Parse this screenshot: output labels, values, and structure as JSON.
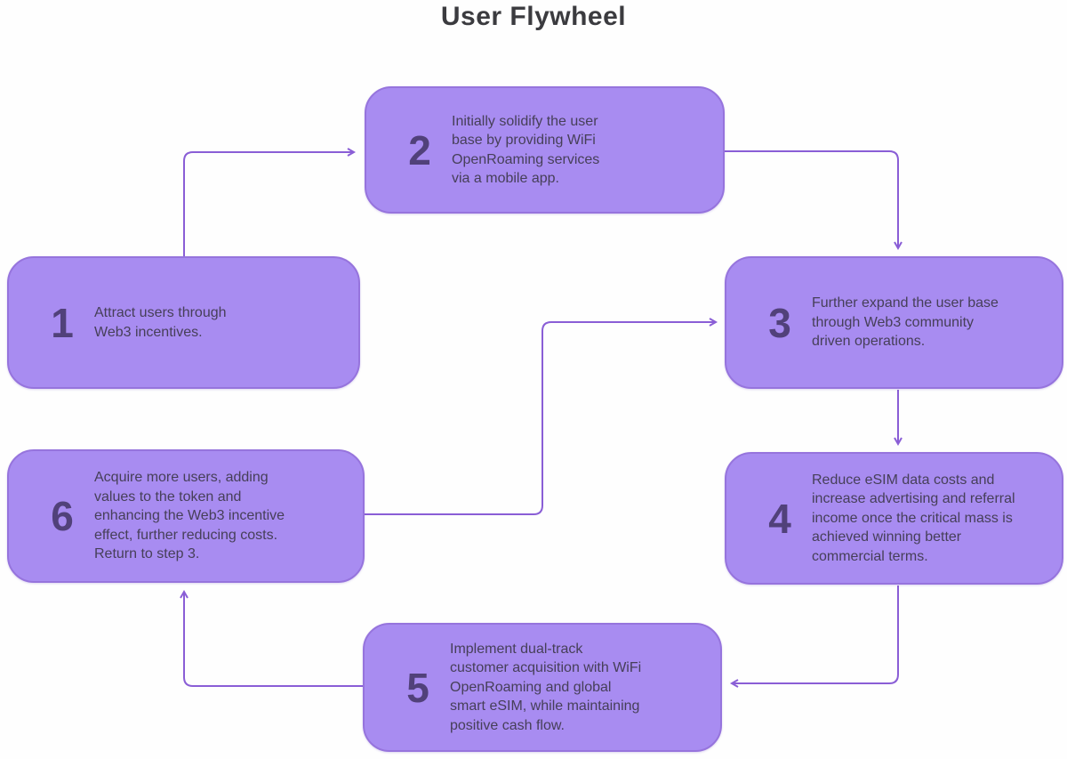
{
  "title": "User Flywheel",
  "steps": [
    {
      "number": "1",
      "text": "Attract users through\nWeb3 incentives."
    },
    {
      "number": "2",
      "text": "Initially solidify the user\nbase by providing WiFi\nOpenRoaming services\nvia a mobile app."
    },
    {
      "number": "3",
      "text": "Further expand the user base\nthrough Web3 community\ndriven operations."
    },
    {
      "number": "4",
      "text": "Reduce eSIM data costs and\nincrease advertising and referral\nincome once the critical mass is\nachieved winning better\ncommercial terms."
    },
    {
      "number": "5",
      "text": "Implement dual-track\ncustomer acquisition with WiFi\nOpenRoaming and global\nsmart eSIM, while maintaining\npositive cash flow."
    },
    {
      "number": "6",
      "text": "Acquire more users, adding\nvalues to the token and\nenhancing the Web3 incentive\neffect, further reducing costs.\nReturn to step 3."
    }
  ],
  "connections": [
    {
      "from": "1",
      "to": "2"
    },
    {
      "from": "2",
      "to": "3"
    },
    {
      "from": "6",
      "to": "3"
    },
    {
      "from": "3",
      "to": "4"
    },
    {
      "from": "4",
      "to": "5"
    },
    {
      "from": "5",
      "to": "6"
    }
  ],
  "colors": {
    "box_fill": "#a88cf1",
    "box_border": "#9674dd",
    "number_text": "#51417a",
    "body_text": "#463f58",
    "arrow": "#8a5ed6",
    "title_text": "#3b3b3f",
    "background": "#fefefe"
  }
}
